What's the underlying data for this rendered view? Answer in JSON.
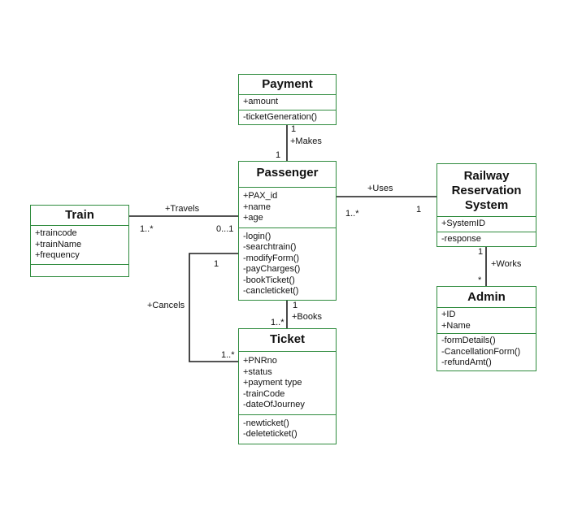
{
  "classes": {
    "payment": {
      "name": "Payment",
      "attributes": [
        "+amount"
      ],
      "methods": [
        "-ticketGeneration()"
      ]
    },
    "passenger": {
      "name": "Passenger",
      "attributes": [
        "+PAX_id",
        "+name",
        "+age"
      ],
      "methods": [
        "-login()",
        "-searchtrain()",
        "-modifyForm()",
        "-payCharges()",
        "-bookTicket()",
        "-cancleticket()"
      ]
    },
    "train": {
      "name": "Train",
      "attributes": [
        "+traincode",
        "+trainName",
        "+frequency"
      ],
      "methods": []
    },
    "railway": {
      "name_lines": [
        "Railway",
        "Reservation",
        "System"
      ],
      "attributes": [
        "+SystemID"
      ],
      "methods": [
        "-response"
      ]
    },
    "admin": {
      "name": "Admin",
      "attributes": [
        "+ID",
        "+Name"
      ],
      "methods": [
        "-formDetails()",
        "-CancellationForm()",
        "-refundAmt()"
      ]
    },
    "ticket": {
      "name": "Ticket",
      "attributes": [
        "+PNRno",
        "+status",
        "+payment type",
        "-trainCode",
        "-dateOfJourney"
      ],
      "methods": [
        "-newticket()",
        "-deleteticket()"
      ]
    }
  },
  "associations": {
    "makes": {
      "label": "+Makes",
      "mult_payment": "1",
      "mult_passenger": "1"
    },
    "travels": {
      "label": "+Travels",
      "mult_train": "1..*",
      "mult_passenger": "0...1"
    },
    "uses": {
      "label": "+Uses",
      "mult_passenger": "1..*",
      "mult_system": "1"
    },
    "works": {
      "label": "+Works",
      "mult_system": "1",
      "mult_admin": "*"
    },
    "books": {
      "label": "+Books",
      "mult_passenger": "1",
      "mult_ticket": "1..*"
    },
    "cancels": {
      "label": "+Cancels",
      "mult_passenger": "1",
      "mult_ticket": "1..*"
    }
  },
  "colors": {
    "border": "#2e8b3d",
    "line": "#1a1a1a"
  }
}
